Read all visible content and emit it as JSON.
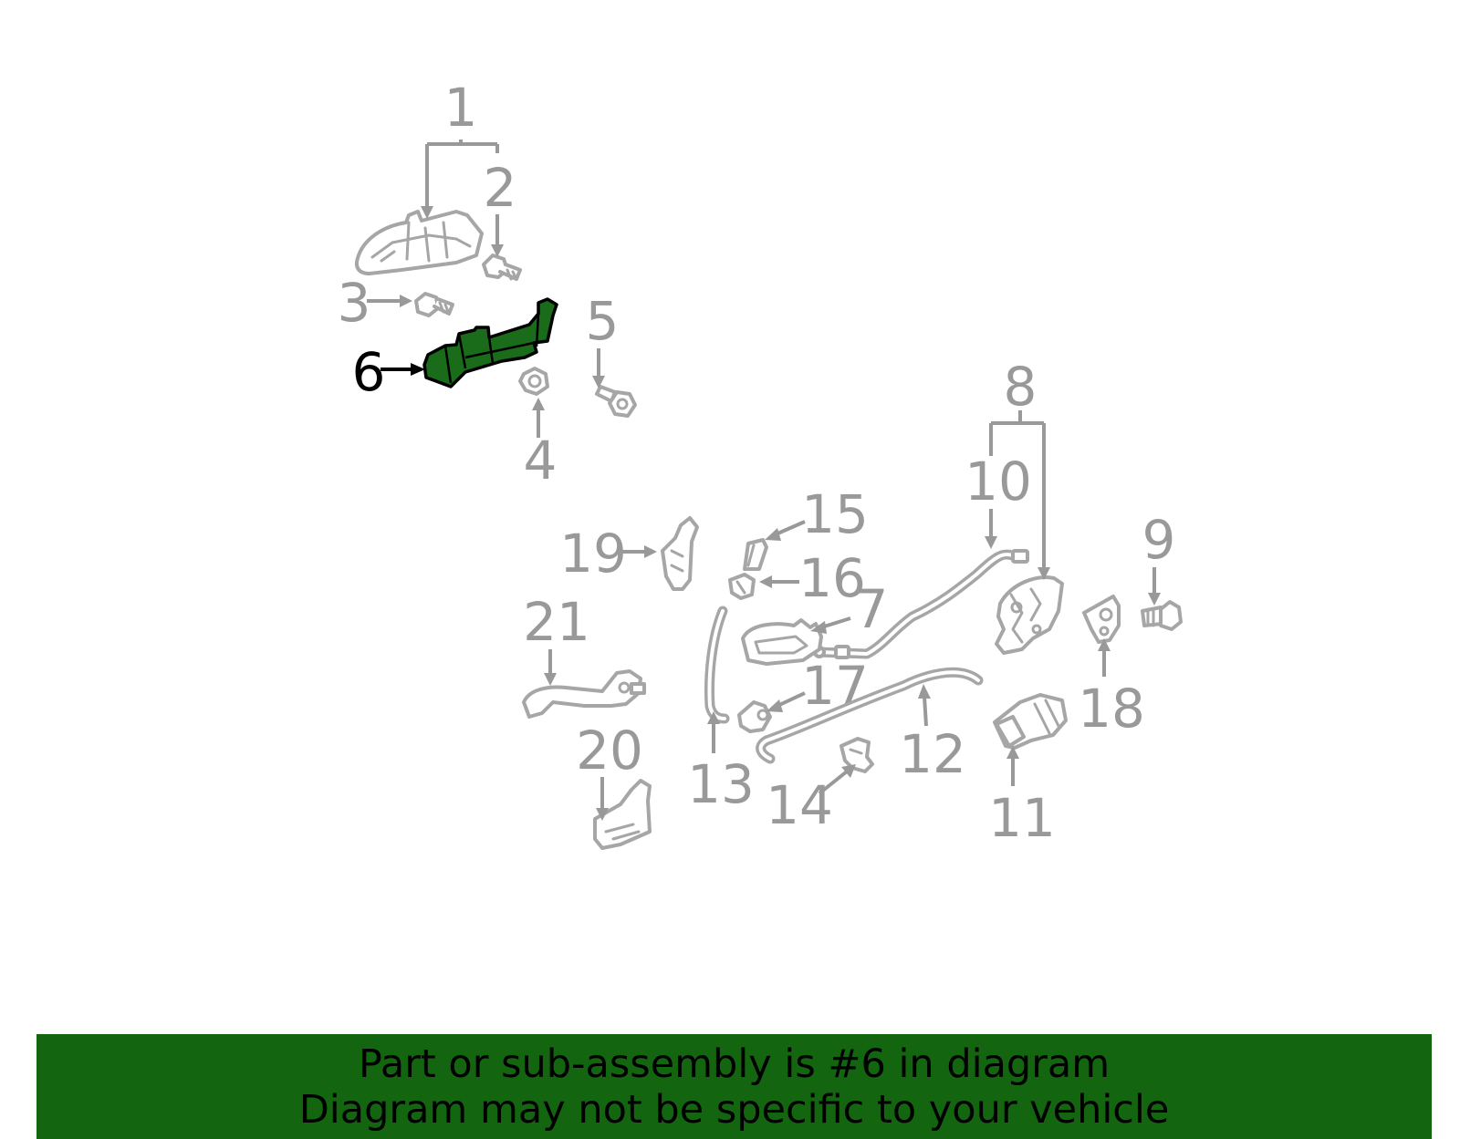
{
  "diagram": {
    "callouts": [
      "1",
      "2",
      "3",
      "4",
      "5",
      "6",
      "7",
      "8",
      "9",
      "10",
      "11",
      "12",
      "13",
      "14",
      "15",
      "16",
      "17",
      "18",
      "19",
      "20",
      "21"
    ],
    "highlighted_callout": "6",
    "colors": {
      "highlight_fill": "#1a6b1a",
      "part_outline": "#a6a6a6",
      "callout_text": "#999999",
      "banner_background": "#136510"
    }
  },
  "banner": {
    "line1": "Part or sub-assembly is #6 in diagram",
    "line2": "Diagram may not be specific to your vehicle"
  }
}
